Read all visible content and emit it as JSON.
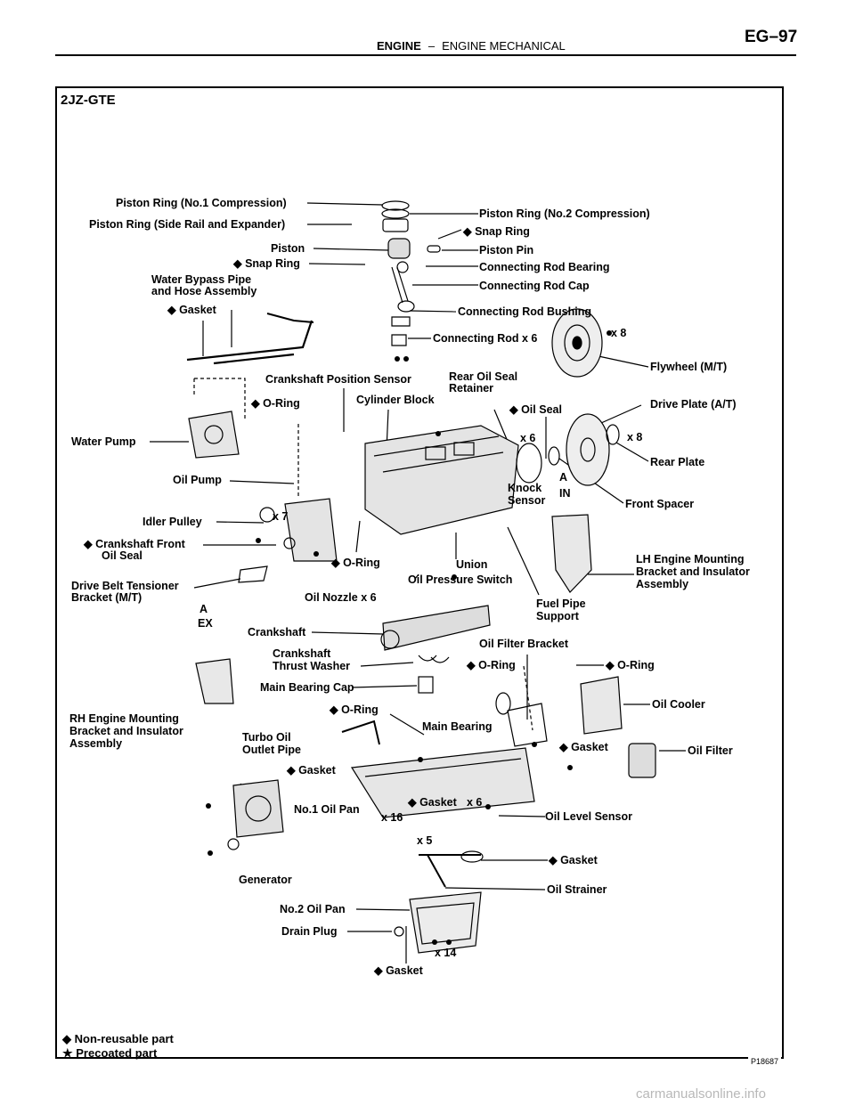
{
  "header": {
    "section": "ENGINE",
    "separator": "–",
    "subsection": "ENGINE MECHANICAL",
    "page_number": "EG–97"
  },
  "diagram": {
    "model": "2JZ-GTE",
    "labels": {
      "piston_ring_no1": "Piston Ring (No.1 Compression)",
      "piston_ring_side": "Piston Ring (Side Rail and Expander)",
      "piston_ring_no2": "Piston Ring (No.2 Compression)",
      "snap_ring_r": "◆ Snap Ring",
      "piston": "Piston",
      "piston_pin": "Piston Pin",
      "snap_ring_l": "◆ Snap Ring",
      "conrod_bearing": "Connecting Rod Bearing",
      "water_bypass": "Water Bypass Pipe",
      "water_bypass2": "and Hose Assembly",
      "conrod_cap": "Connecting Rod Cap",
      "gasket_wp": "◆ Gasket",
      "conrod_bushing": "Connecting Rod Bushing",
      "conrod": "Connecting Rod x 6",
      "x8_flywheel": "x 8",
      "flywheel": "Flywheel (M/T)",
      "crank_pos_sensor": "Crankshaft Position Sensor",
      "rear_oil_seal": "Rear Oil Seal",
      "retainer": "Retainer",
      "oring_wp": "◆ O-Ring",
      "cyl_block": "Cylinder Block",
      "oil_seal": "◆ Oil Seal",
      "drive_plate": "Drive Plate (A/T)",
      "water_pump": "Water Pump",
      "x6_retainer": "x 6",
      "x8_plate": "x 8",
      "rear_plate": "Rear Plate",
      "oil_pump": "Oil Pump",
      "a_in": "A",
      "in": "IN",
      "knock": "Knock",
      "sensor": "Sensor",
      "front_spacer": "Front Spacer",
      "idler_pulley": "Idler Pulley",
      "x7": "x 7",
      "crank_front_seal": "◆ Crankshaft Front",
      "crank_front_seal2": "Oil Seal",
      "oring_block": "◆ O-Ring",
      "union": "Union",
      "lh_mount": "LH Engine Mounting",
      "lh_mount2": "Bracket and Insulator",
      "lh_mount3": "Assembly",
      "oil_pressure_sw": "Oil Pressure Switch",
      "drive_belt": "Drive Belt Tensioner",
      "drive_belt2": "Bracket (M/T)",
      "oil_nozzle": "Oil Nozzle x 6",
      "fuel_pipe": "Fuel Pipe",
      "fuel_pipe2": "Support",
      "a_ex": "A",
      "ex": "EX",
      "crankshaft": "Crankshaft",
      "oil_filter_bracket": "Oil Filter Bracket",
      "thrust": "Crankshaft",
      "thrust2": "Thrust Washer",
      "oring_filter": "◆ O-Ring",
      "oring_cooler": "◆ O-Ring",
      "main_cap": "Main Bearing Cap",
      "oil_cooler": "Oil Cooler",
      "oring_turbo": "◆ O-Ring",
      "rh_mount": "RH Engine Mounting",
      "rh_mount2": "Bracket and Insulator",
      "rh_mount3": "Assembly",
      "main_bearing": "Main Bearing",
      "turbo_pipe": "Turbo Oil",
      "turbo_pipe2": "Outlet Pipe",
      "gasket_cooler": "◆ Gasket",
      "oil_filter": "Oil Filter",
      "gasket_turbo": "◆ Gasket",
      "gasket_pan": "◆ Gasket",
      "x6_pan": "x 6",
      "no1_oil_pan": "No.1 Oil Pan",
      "x16": "x 16",
      "oil_level": "Oil Level Sensor",
      "x5": "x 5",
      "gasket_strainer": "◆ Gasket",
      "generator": "Generator",
      "oil_strainer": "Oil Strainer",
      "no2_oil_pan": "No.2 Oil Pan",
      "drain_plug": "Drain Plug",
      "x14": "x 14",
      "gasket_drain": "◆ Gasket"
    }
  },
  "legend": {
    "non_reusable": "◆ Non-reusable part",
    "precoated": "★ Precoated part"
  },
  "figure_code": "P18687",
  "watermark": "carmanualsonline.info"
}
